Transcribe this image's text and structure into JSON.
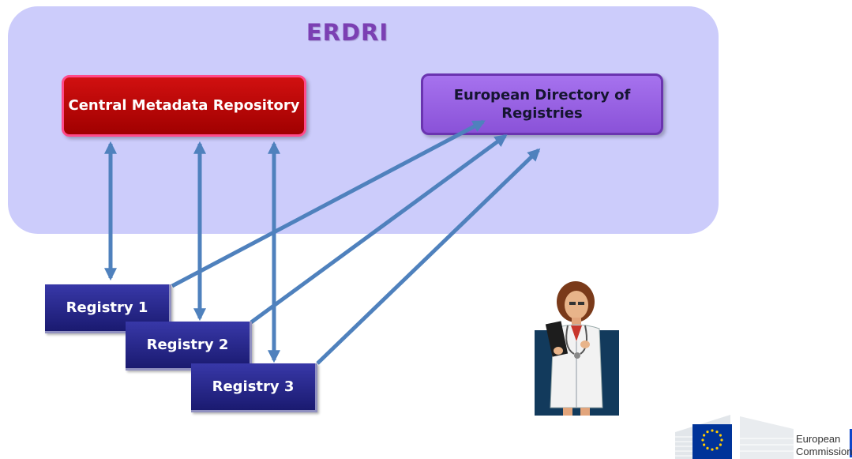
{
  "diagram": {
    "title": "ERDRI",
    "central_metadata_repository": "Central Metadata Repository",
    "european_directory": "European Directory of Registries",
    "registries": [
      "Registry 1",
      "Registry 2",
      "Registry 3"
    ]
  },
  "logo": {
    "line1": "European",
    "line2": "Commission"
  },
  "colors": {
    "panel": "#ccccfb",
    "title": "#7b3fb3",
    "cmr": "#c00000",
    "edr": "#9966e6",
    "registry": "#2a2a8e",
    "arrow": "#4f81bd"
  },
  "icons": [
    "doctor-illustration",
    "eu-flag-icon"
  ]
}
